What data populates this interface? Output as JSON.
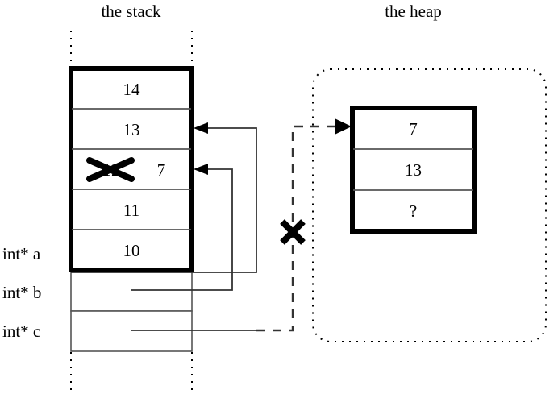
{
  "diagram": {
    "kind": "memory-diagram",
    "stack": {
      "title": "the stack",
      "cells": [
        {
          "value": "14",
          "struck": false
        },
        {
          "value": "13",
          "struck": false
        },
        {
          "value": "12",
          "struck": true,
          "replacement": "7"
        },
        {
          "value": "11",
          "struck": false
        },
        {
          "value": "10",
          "struck": false
        }
      ],
      "pointer_vars": [
        {
          "label": "int* a",
          "points_to": "stack-cell-10"
        },
        {
          "label": "int* b",
          "points_to": "stack-cell-12"
        },
        {
          "label": "int* c",
          "points_to": "heap-cell-7"
        }
      ]
    },
    "heap": {
      "title": "the heap",
      "cells": [
        {
          "value": "7"
        },
        {
          "value": "13"
        },
        {
          "value": "?"
        }
      ]
    },
    "annotations": [
      {
        "name": "strike-out-12",
        "glyph": "x-mark",
        "target": "stack-cell-12"
      },
      {
        "name": "invalidated-pointer-c",
        "glyph": "x-mark",
        "target": "pointer-c-dashed-line"
      }
    ],
    "colors": {
      "ink": "#000000",
      "rule": "#555555",
      "background": "#ffffff"
    }
  }
}
